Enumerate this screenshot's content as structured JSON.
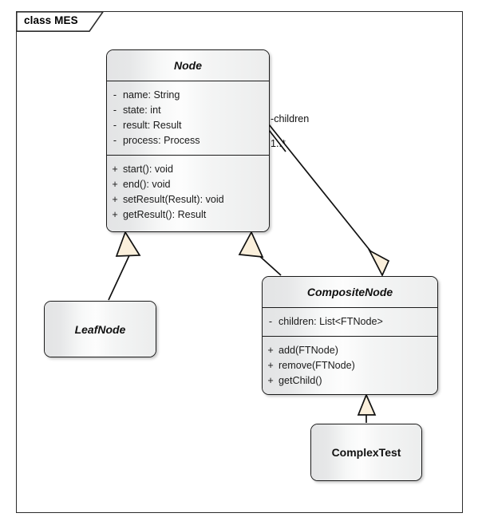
{
  "frame": {
    "label": "class MES"
  },
  "classes": [
    {
      "id": "node",
      "name": "Node",
      "abstract": true,
      "attributes": [
        {
          "visibility": "-",
          "text": "name: String"
        },
        {
          "visibility": "-",
          "text": "state: int"
        },
        {
          "visibility": "-",
          "text": "result: Result"
        },
        {
          "visibility": "-",
          "text": "process: Process"
        }
      ],
      "operations": [
        {
          "visibility": "+",
          "text": "start(): void"
        },
        {
          "visibility": "+",
          "text": "end(): void"
        },
        {
          "visibility": "+",
          "text": "setResult(Result): void"
        },
        {
          "visibility": "+",
          "text": "getResult(): Result"
        }
      ]
    },
    {
      "id": "compositenode",
      "name": "CompositeNode",
      "abstract": true,
      "attributes": [
        {
          "visibility": "-",
          "text": "children: List<FTNode>"
        }
      ],
      "operations": [
        {
          "visibility": "+",
          "text": "add(FTNode)"
        },
        {
          "visibility": "+",
          "text": "remove(FTNode)"
        },
        {
          "visibility": "+",
          "text": "getChild()"
        }
      ]
    },
    {
      "id": "leafnode",
      "name": "LeafNode",
      "abstract": true,
      "attributes": [],
      "operations": []
    },
    {
      "id": "complextest",
      "name": "ComplexTest",
      "abstract": false,
      "attributes": [],
      "operations": []
    }
  ],
  "relationships": [
    {
      "id": "assoc-children",
      "type": "association",
      "from": "Node",
      "to": "CompositeNode",
      "role_label": "-children",
      "multiplicity": "1..*"
    },
    {
      "id": "gen-leafnode",
      "type": "generalization",
      "from": "LeafNode",
      "to": "Node"
    },
    {
      "id": "gen-compositenode",
      "type": "generalization",
      "from": "CompositeNode",
      "to": "Node"
    },
    {
      "id": "gen-complextest",
      "type": "generalization",
      "from": "ComplexTest",
      "to": "CompositeNode"
    }
  ],
  "colors": {
    "box_fill": "#eceded",
    "box_stroke": "#1b1b1b",
    "arrowhead_fill": "#fbf0dc",
    "line": "#111111",
    "background": "#ffffff"
  }
}
